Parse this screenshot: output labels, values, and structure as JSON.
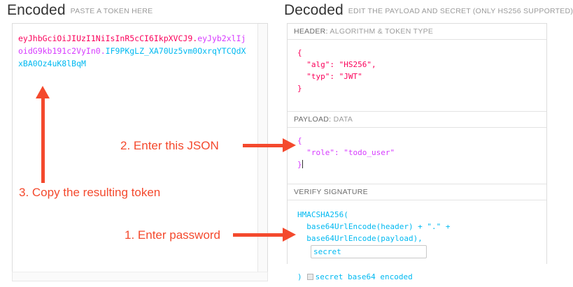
{
  "encoded": {
    "title": "Encoded",
    "subtitle": "PASTE A TOKEN HERE",
    "token": {
      "header": "eyJhbGciOiJIUzI1NiIsInR5cCI6IkpXVCJ9",
      "dot1": ".",
      "payload": "eyJyb2xlIjoidG9kb19１c2VyIn0",
      "dot2": ".",
      "signature": "IF9PKgLZ_XA70Uz5vm0OxrqYTCQdXxBA0Oz4uK8lBqM",
      "full": "eyJhbGciOiJIUzI1NiIsInR5cCI6IkpXVCJ9.eyJyb2xlIjoidG9kb191c2VyIn0.IF9PKgLZ_XA70Uz5vm0OxrqYTCQdXxBA0Oz4uK8lBqM"
    }
  },
  "decoded": {
    "title": "Decoded",
    "subtitle": "EDIT THE PAYLOAD AND SECRET (ONLY HS256 SUPPORTED)",
    "header_section": {
      "label_strong": "HEADER:",
      "label_dim": "ALGORITHM & TOKEN TYPE",
      "lines": [
        "{",
        "  \"alg\": \"HS256\",",
        "  \"typ\": \"JWT\"",
        "}"
      ]
    },
    "payload_section": {
      "label_strong": "PAYLOAD:",
      "label_dim": "DATA",
      "lines": [
        "{",
        "  \"role\": \"todo_user\"",
        "}"
      ]
    },
    "signature_section": {
      "label_strong": "VERIFY SIGNATURE",
      "label_dim": "",
      "line1": "HMACSHA256(",
      "line2": "  base64UrlEncode(header) + \".\" +",
      "line3": "  base64UrlEncode(payload),",
      "secret_value": "secret",
      "closing_paren": ")",
      "base64_label": "secret base64 encoded",
      "base64_checked": false
    }
  },
  "annotations": {
    "step1": "1. Enter password",
    "step2": "2. Enter this JSON",
    "step3": "3. Copy the resulting token",
    "color": "#f4492d"
  },
  "colors": {
    "header_token": "#fb015b",
    "payload_token": "#d63aff",
    "signature_token": "#00b9f1",
    "panel_border": "#dddddd",
    "subtitle_text": "#9a9a9a"
  }
}
